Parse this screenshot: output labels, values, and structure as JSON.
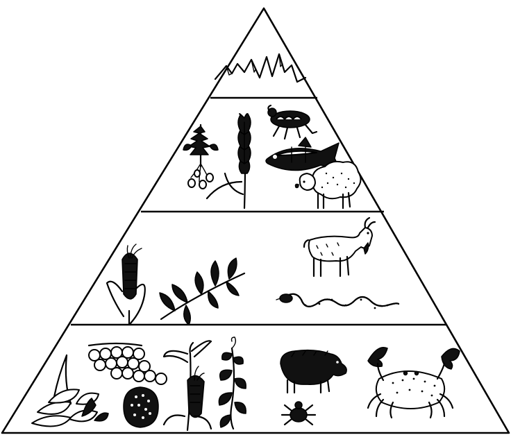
{
  "diagram": {
    "type": "ecological-pyramid",
    "levels": [
      {
        "level": 1,
        "contents": [
          "mountains"
        ]
      },
      {
        "level": 2,
        "contents": [
          "plant-with-roots",
          "wheat",
          "insect",
          "fish",
          "sheep"
        ]
      },
      {
        "level": 3,
        "contents": [
          "corn",
          "leafy-stem",
          "goat",
          "snake"
        ]
      },
      {
        "level": 4,
        "contents": [
          "banana-bunch",
          "grapes",
          "coconut",
          "corn-stalk",
          "vine",
          "boar",
          "spider",
          "crab"
        ]
      }
    ],
    "colors": {
      "ink": "#000000",
      "paper": "#ffffff"
    }
  }
}
